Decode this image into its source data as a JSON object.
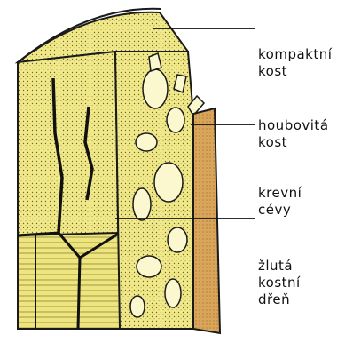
{
  "labels": {
    "compact_bone": [
      "kompaktní",
      "kost"
    ],
    "spongy_bone": [
      "houbovitá",
      "kost"
    ],
    "blood_vessels": [
      "krevní",
      "cévy"
    ],
    "yellow_marrow": [
      "žlutá",
      "kostní",
      "dřeň"
    ]
  },
  "colors": {
    "bone": "#f2ea8a",
    "bone_dark": "#e2d86a",
    "marrow": "#d9a55a",
    "outline": "#1a1a1a",
    "spongy_cavity": "#fbf7cf"
  }
}
